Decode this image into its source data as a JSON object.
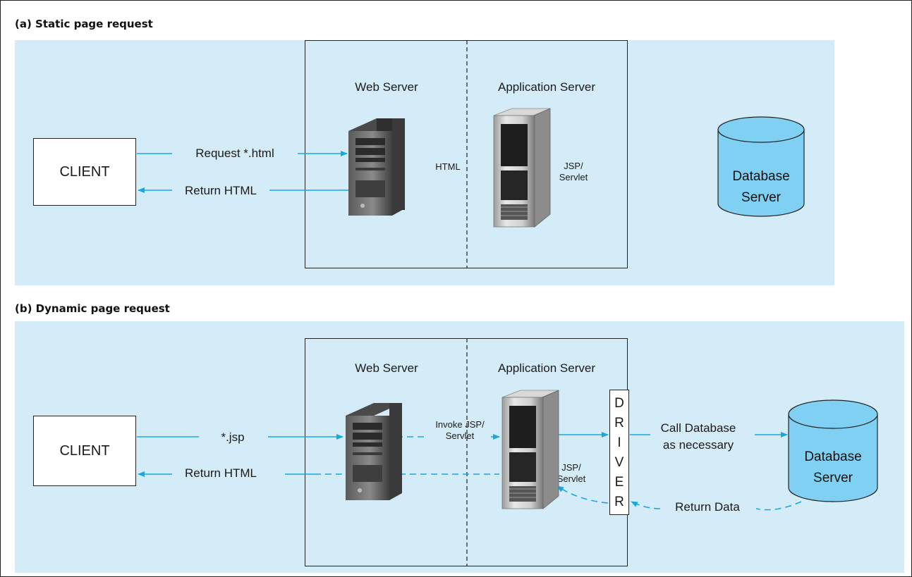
{
  "panel_a": {
    "title": "(a) Static page request",
    "web_server_label": "Web Server",
    "app_server_label": "Application Server",
    "client_label": "CLIENT",
    "request_label": "Request *.html",
    "return_label": "Return HTML",
    "html_label": "HTML",
    "jsp_label_line1": "JSP/",
    "jsp_label_line2": "Servlet",
    "db_line1": "Database",
    "db_line2": "Server"
  },
  "panel_b": {
    "title": "(b) Dynamic page request",
    "web_server_label": "Web Server",
    "app_server_label": "Application Server",
    "client_label": "CLIENT",
    "request_label": "*.jsp",
    "return_label": "Return HTML",
    "invoke_line1": "Invoke JSP/",
    "invoke_line2": "Servlet",
    "jsp_label_line1": "JSP/",
    "jsp_label_line2": "Servlet",
    "driver_letters": [
      "D",
      "R",
      "I",
      "V",
      "E",
      "R"
    ],
    "call_line1": "Call Database",
    "call_line2": "as necessary",
    "return_data_label": "Return Data",
    "db_line1": "Database",
    "db_line2": "Server"
  },
  "colors": {
    "panel_bg": "#d4ecf8",
    "arrow": "#1aa7df",
    "database": "#7fd0f2"
  }
}
